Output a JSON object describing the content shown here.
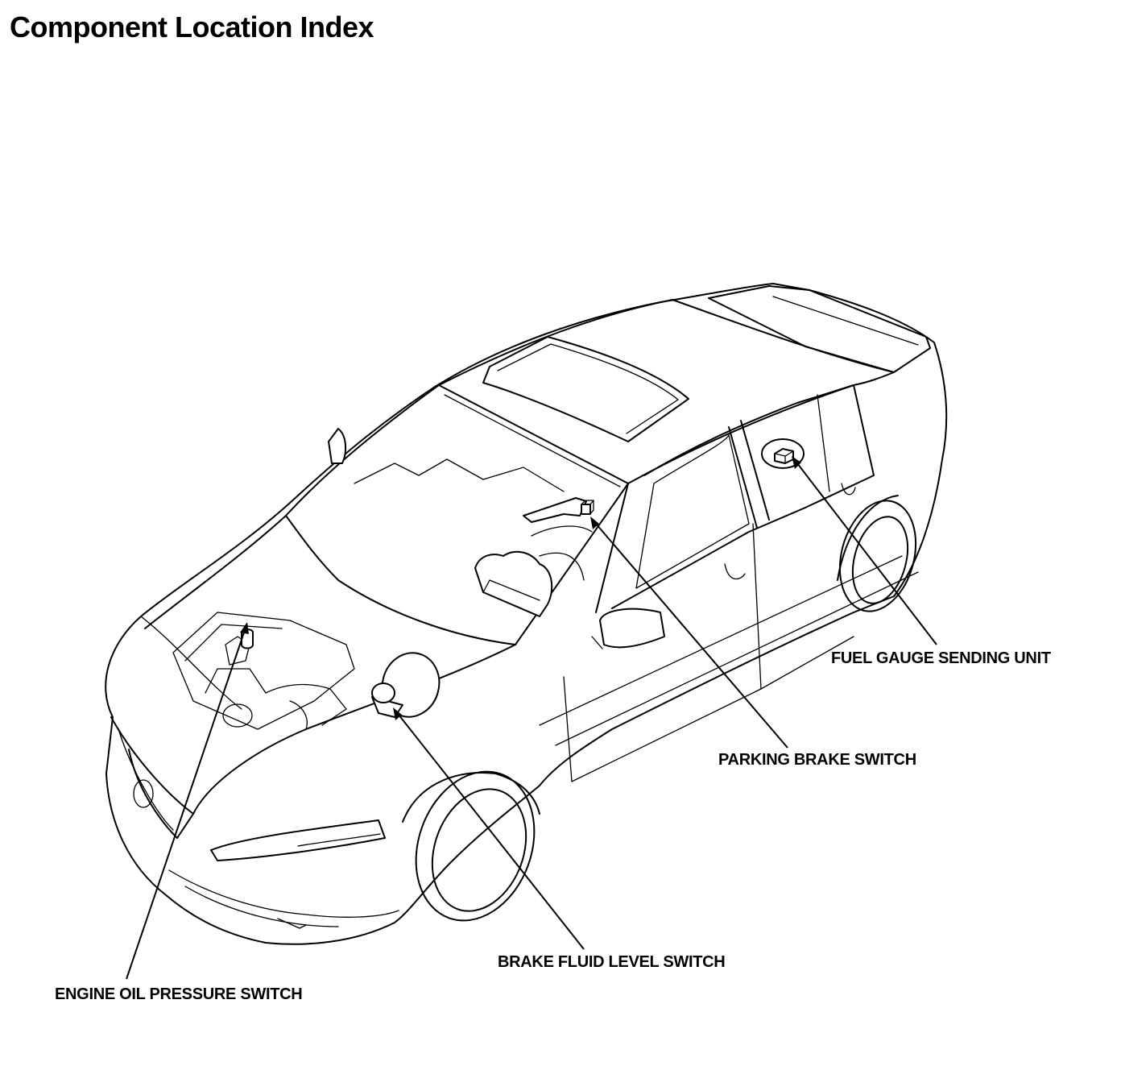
{
  "title": "Component Location Index",
  "components": {
    "fuel_gauge_sending_unit": "FUEL GAUGE SENDING UNIT",
    "parking_brake_switch": "PARKING BRAKE SWITCH",
    "brake_fluid_level_switch": "BRAKE FLUID LEVEL SWITCH",
    "engine_oil_pressure_switch": "ENGINE OIL PRESSURE SWITCH"
  }
}
